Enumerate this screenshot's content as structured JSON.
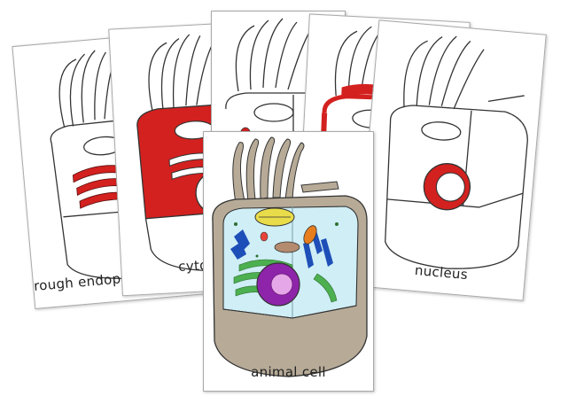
{
  "cards": [
    {
      "id": "rough-er",
      "label": "rough endoplasmic reticulum",
      "highlight_color": "#d3211f"
    },
    {
      "id": "cytoplasm",
      "label": "cytoplasm",
      "highlight_color": "#d3211f"
    },
    {
      "id": "middle",
      "label": "",
      "highlight_color": "#d3211f"
    },
    {
      "id": "membrane",
      "label": "",
      "highlight_color": "#d3211f"
    },
    {
      "id": "nucleus",
      "label": "nucleus",
      "highlight_color": "#d3211f"
    },
    {
      "id": "animal-cell",
      "label": "animal cell"
    }
  ],
  "colors": {
    "cell_wall": "#b7ab98",
    "cytoplasm": "#cfeef6",
    "nucleus": "#8e24aa",
    "nucleolus": "#e6a7e8",
    "er": "#4caf50",
    "mitochondria": "#e87d1e",
    "golgi": "#1e4fb8",
    "vacuole": "#e9dc4a"
  }
}
